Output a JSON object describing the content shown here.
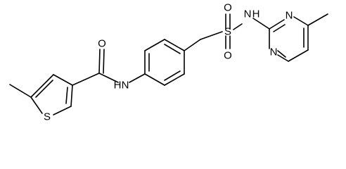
{
  "molecule": {
    "atoms": {
      "thiophene_sulfur": "S",
      "carbonyl_oxygen": "O",
      "amide_nitrogen_hydrogen": "H",
      "amide_nitrogen": "N",
      "sulfonyl_sulfur": "S",
      "sulfonyl_oxygen_top": "O",
      "sulfonyl_oxygen_bottom": "O",
      "sulfonamide_nitrogen": "N",
      "sulfonamide_hydrogen": "H",
      "pyrimidine_nitrogen_top": "N",
      "pyrimidine_nitrogen_bottom": "N"
    }
  },
  "colors": {
    "bond": "#000000",
    "label": "#000000",
    "background": "#ffffff"
  }
}
